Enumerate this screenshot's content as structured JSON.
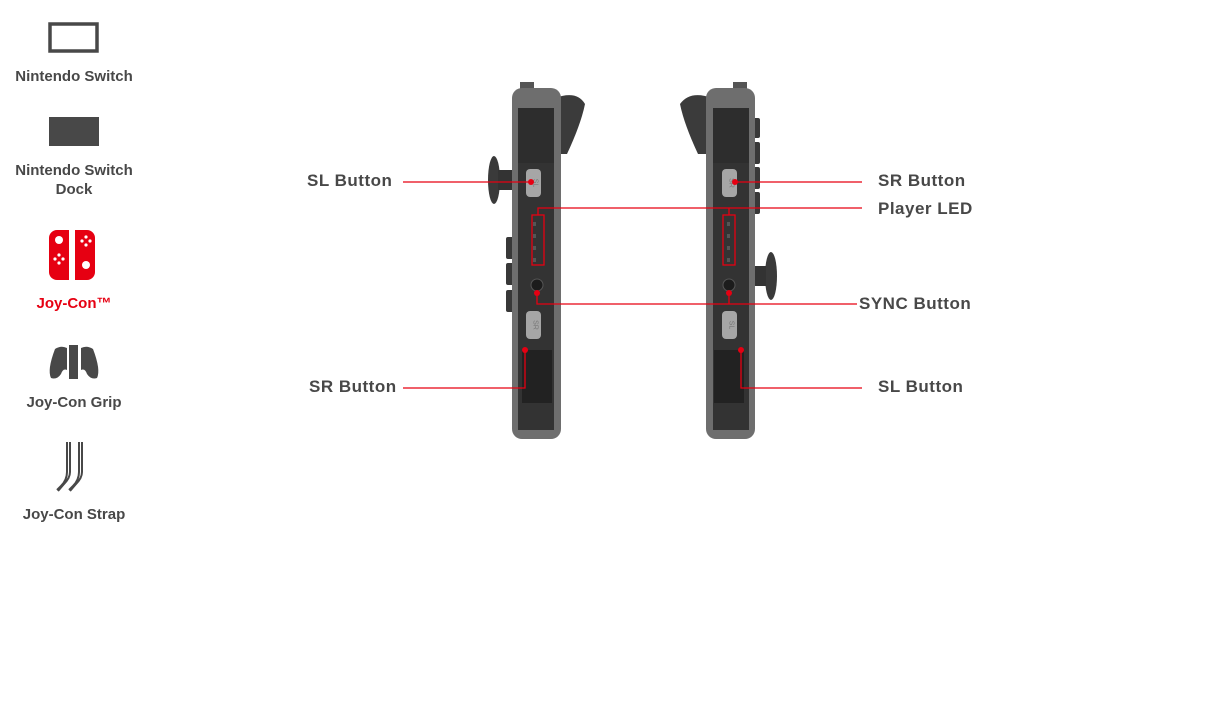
{
  "sidebar": {
    "items": [
      {
        "label": "Nintendo Switch",
        "icon": "console-icon",
        "active": false
      },
      {
        "label": "Nintendo Switch Dock",
        "icon": "dock-icon",
        "active": false
      },
      {
        "label": "Joy-Con™",
        "icon": "joycon-icon",
        "active": true
      },
      {
        "label": "Joy-Con Grip",
        "icon": "grip-icon",
        "active": false
      },
      {
        "label": "Joy-Con Strap",
        "icon": "strap-icon",
        "active": false
      }
    ]
  },
  "diagram": {
    "left": {
      "sl_button": "SL Button",
      "sr_button": "SR Button"
    },
    "right": {
      "sr_button": "SR Button",
      "player_led": "Player LED",
      "sync_button": "SYNC Button",
      "sl_button": "SL Button"
    },
    "button_text": {
      "sl": "SL",
      "sr": "SR"
    }
  },
  "colors": {
    "accent": "#e60012",
    "text": "#484848",
    "body": "#6b6b6b",
    "rail": "#333333"
  }
}
